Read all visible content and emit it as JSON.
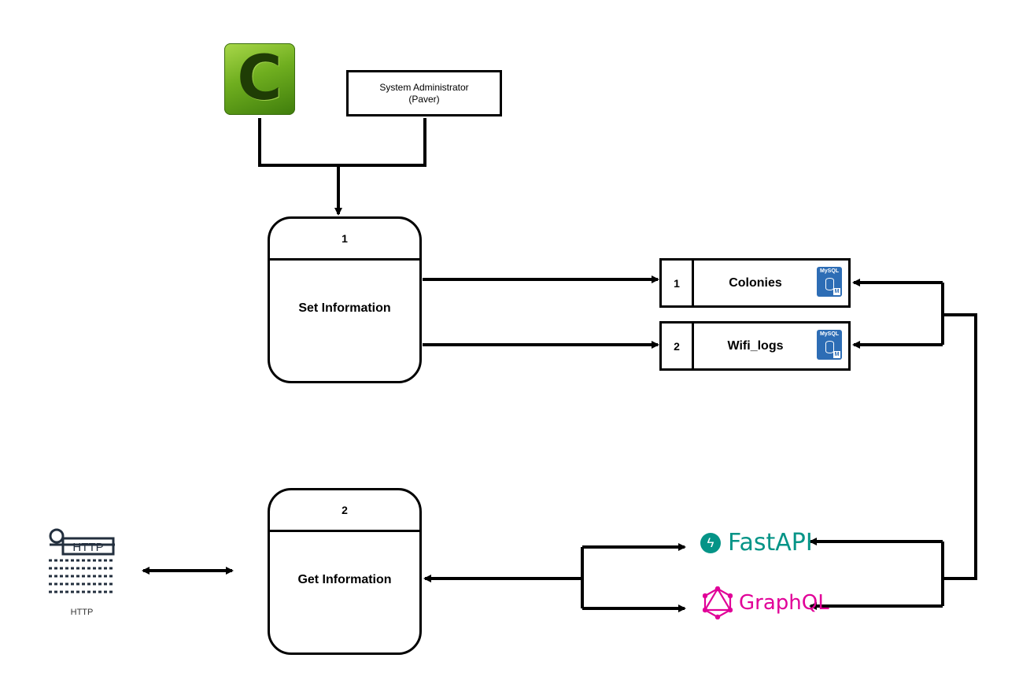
{
  "actors": {
    "c_logo_letter": "C",
    "system_admin": "System Administrator\n(Paver)"
  },
  "processes": [
    {
      "number": "1",
      "name": "Set Information"
    },
    {
      "number": "2",
      "name": "Get Information"
    }
  ],
  "data_stores": [
    {
      "id": "1",
      "name": "Colonies",
      "db_badge": "MySQL",
      "db_letter": "M"
    },
    {
      "id": "2",
      "name": "Wifi_logs",
      "db_badge": "MySQL",
      "db_letter": "M"
    }
  ],
  "apis": {
    "fastapi": "FastAPI",
    "fastapi_color": "#059487",
    "graphql": "GraphQL",
    "graphql_color": "#e10098"
  },
  "http": {
    "icon_text": "HTTP",
    "label": "HTTP"
  }
}
